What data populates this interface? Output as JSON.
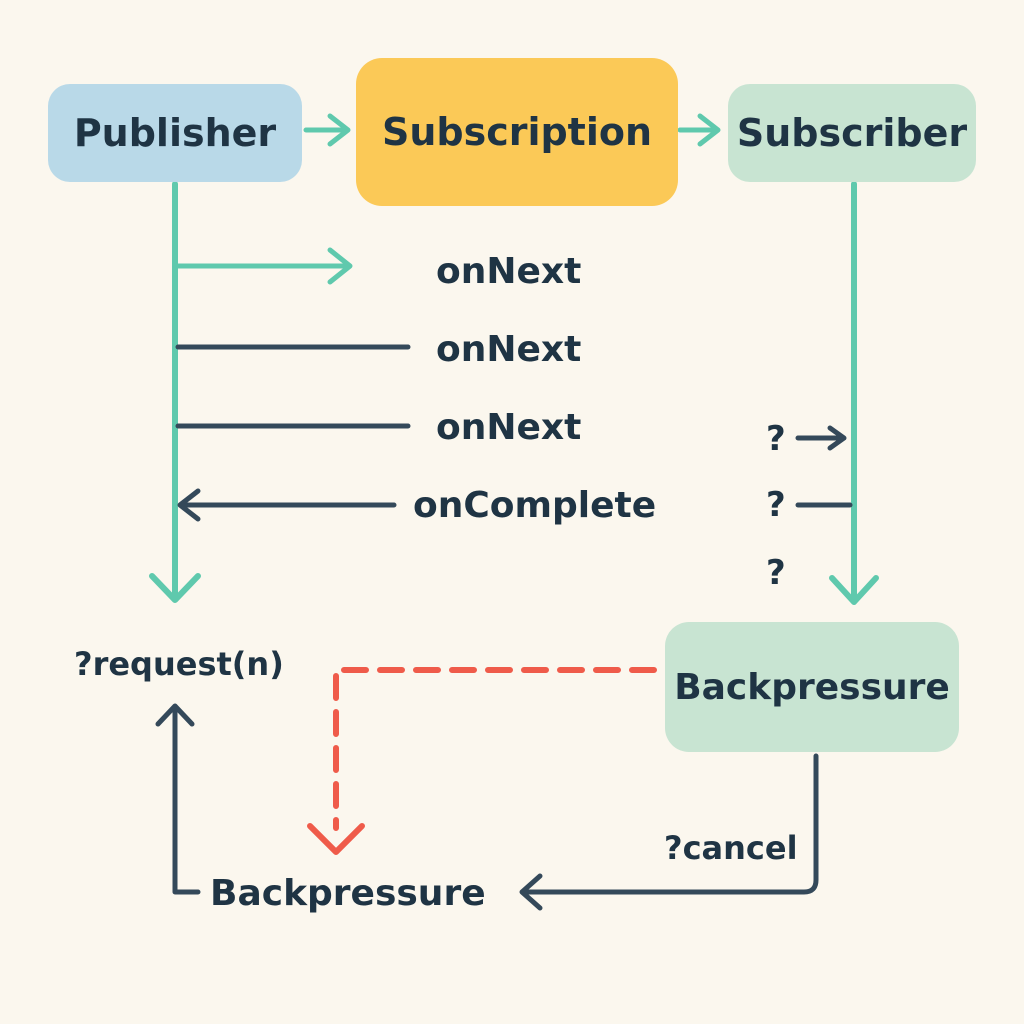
{
  "nodes": {
    "publisher": "Publisher",
    "subscription": "Subscription",
    "subscriber": "Subscriber",
    "backpressure_box": "Backpressure"
  },
  "signals": {
    "next_1": "onNext",
    "next_2": "onNext",
    "next_3": "onNext",
    "complete": "onComplete"
  },
  "feedback": {
    "request": "?request(n)",
    "cancel": "?cancel",
    "backpressure_label": "Backpressure"
  },
  "marks": {
    "q1": "?",
    "q2": "?",
    "q3": "?"
  },
  "colors": {
    "background": "#fbf7ee",
    "publisher_fill": "#b9d9e8",
    "subscription_fill": "#fbc957",
    "subscriber_fill": "#c8e4d2",
    "teal_line": "#5fc9ad",
    "dark_line": "#34495a",
    "red_dashed": "#ef5b4a",
    "text": "#1f3444"
  }
}
